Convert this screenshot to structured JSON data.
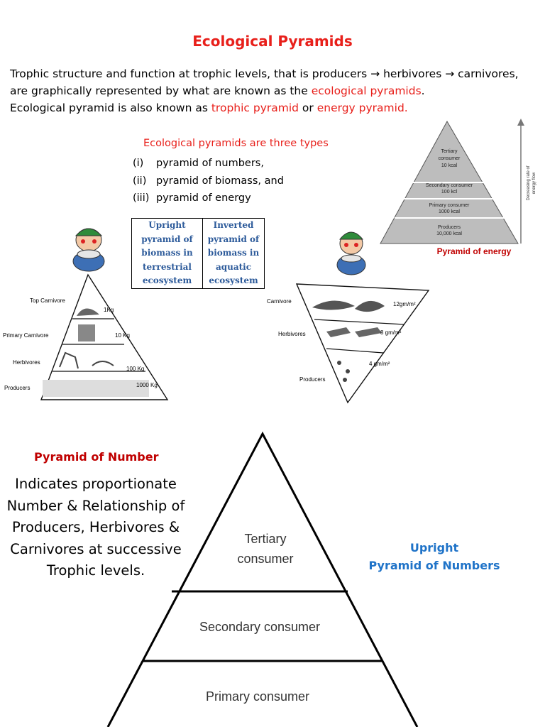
{
  "title": "Ecological Pyramids",
  "intro": {
    "line1": "Trophic structure and function at trophic levels, that is producers → herbivores → carnivores,",
    "line2_a": "are graphically represented by what are known as the ",
    "line2_b": "ecological pyramids",
    "line2_c": ".",
    "line3_a": "Ecological pyramid is also known as ",
    "line3_b": "trophic pyramid",
    "line3_c": " or ",
    "line3_d": "energy pyramid."
  },
  "types": {
    "heading": "Ecological pyramids are three types",
    "items": [
      {
        "num": "(i)",
        "text": "pyramid of numbers,"
      },
      {
        "num": "(ii)",
        "text": "pyramid of biomass, and"
      },
      {
        "num": "(iii)",
        "text": "pyramid of energy"
      }
    ]
  },
  "biomass_table": {
    "col1": [
      "Upright",
      "pyramid of",
      "biomass in",
      "terrestrial",
      "ecosystem"
    ],
    "col2": [
      "Inverted",
      "pyramid of",
      "biomass in",
      "aquatic",
      "ecosystem"
    ]
  },
  "energy_pyramid": {
    "levels": [
      {
        "name": [
          "Tertiary",
          "consumer",
          "10 kcal"
        ]
      },
      {
        "name": [
          "Secondary consumer",
          "100 kcl"
        ]
      },
      {
        "name": [
          "Primary consumer",
          "1000 kcal"
        ]
      },
      {
        "name": [
          "Producers",
          "10,000 kcal"
        ]
      }
    ],
    "arrow_label": [
      "Decreasing rate of",
      "energy flow"
    ],
    "caption": "Pyramid of energy"
  },
  "upright_biomass": {
    "labels": [
      "Top Carnivore",
      "Primary Carnivore",
      "Herbivores",
      "Producers"
    ],
    "values": [
      "1Kg",
      "10 Kg",
      "100 Kg",
      "1000 Kg"
    ]
  },
  "inverted_biomass": {
    "labels": [
      "Carnivore",
      "Herbivores",
      "Producers"
    ],
    "values": [
      "12gm/m²",
      "8 gm/m²",
      "4 gm/m²"
    ]
  },
  "pyramid_of_number": {
    "heading": "Pyramid of Number",
    "description": [
      "Indicates proportionate",
      "Number & Relationship of",
      "Producers, Herbivores &",
      "Carnivores at successive",
      "Trophic levels."
    ],
    "levels": [
      "Tertiary",
      "consumer",
      "Secondary consumer",
      "Primary consumer"
    ],
    "side_label": [
      "Upright",
      "Pyramid of Numbers"
    ]
  }
}
